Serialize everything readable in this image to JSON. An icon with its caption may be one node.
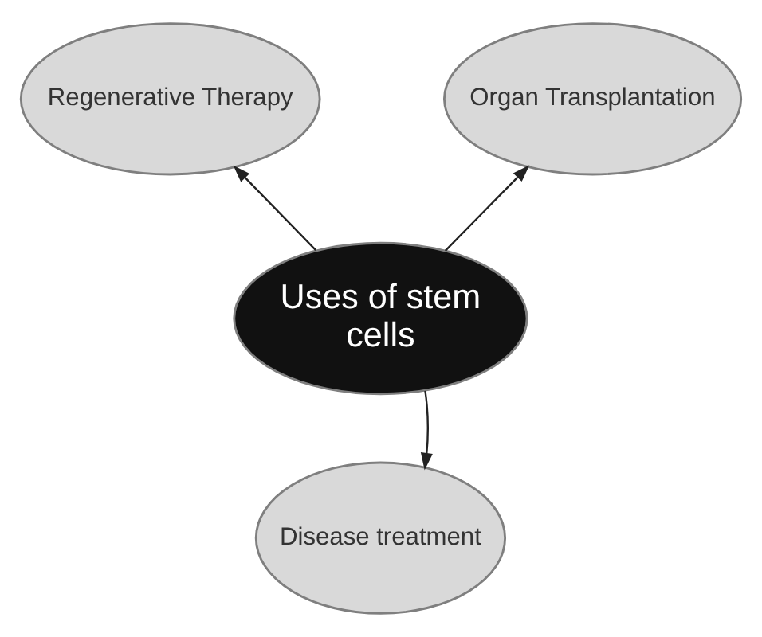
{
  "diagram": {
    "nodes": [
      {
        "text": [
          "Regenerative Therapy"
        ]
      },
      {
        "text": [
          "Organ Transplantation"
        ]
      },
      {
        "text": [
          "Uses of stem cells"
        ]
      },
      {
        "text": [
          "Disease treatment"
        ]
      }
    ],
    "edges": [
      {
        "from": 2,
        "to": 0,
        "arrow": "to"
      },
      {
        "from": 2,
        "to": 1,
        "arrow": "to"
      },
      {
        "from": 2,
        "to": 3,
        "arrow": "to"
      }
    ]
  }
}
